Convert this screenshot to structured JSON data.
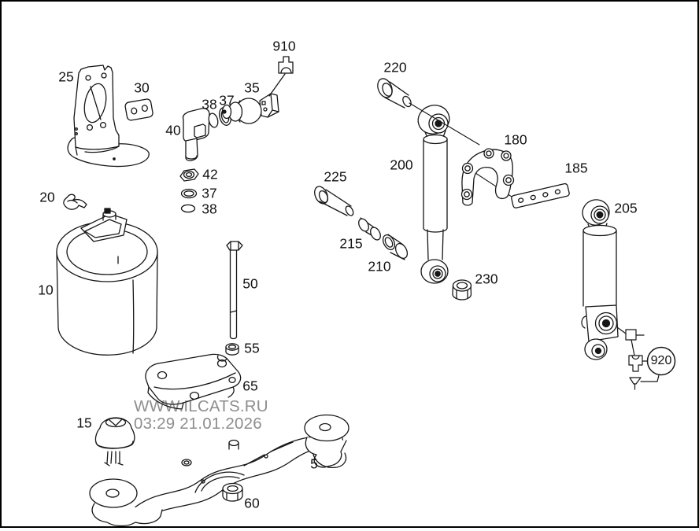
{
  "watermark": {
    "line1": "WWW.ILCATS.RU",
    "line2": "03:29 21.01.2026"
  },
  "colors": {
    "background": "#ffffff",
    "line_art": "#161616",
    "border": "#000000",
    "watermark": "#8e8e8e",
    "label_text": "#111111"
  },
  "part_labels": {
    "p25": "25",
    "p30": "30",
    "p910": "910",
    "p35": "35",
    "p37a": "37",
    "p38a": "38",
    "p40": "40",
    "p42": "42",
    "p37b": "37",
    "p38b": "38",
    "p20": "20",
    "p10": "10",
    "p220": "220",
    "p200": "200",
    "p180": "180",
    "p185": "185",
    "p225": "225",
    "p215": "215",
    "p210": "210",
    "p230": "230",
    "p205": "205",
    "p50": "50",
    "p55": "55",
    "p65": "65",
    "p15": "15",
    "p5": "5",
    "p60": "60",
    "p920": "920"
  }
}
